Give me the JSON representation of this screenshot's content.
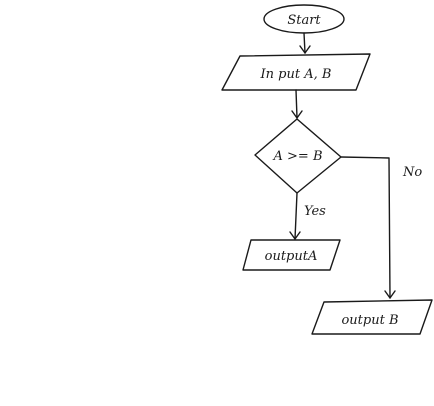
{
  "diagram": {
    "nodes": {
      "start": {
        "shape": "terminator",
        "label": "Start"
      },
      "input": {
        "shape": "parallelogram",
        "label": "In put A, B"
      },
      "decision": {
        "shape": "diamond",
        "label": "A >= B"
      },
      "output_a": {
        "shape": "parallelogram",
        "label": "outputA"
      },
      "output_b": {
        "shape": "parallelogram",
        "label": "output B"
      }
    },
    "edges": [
      {
        "from": "start",
        "to": "input",
        "label": ""
      },
      {
        "from": "input",
        "to": "decision",
        "label": ""
      },
      {
        "from": "decision",
        "to": "output_a",
        "label": "Yes"
      },
      {
        "from": "decision",
        "to": "output_b",
        "label": "No"
      }
    ],
    "style": {
      "ink_color": "#1a1a1a",
      "background": "#ffffff"
    }
  }
}
